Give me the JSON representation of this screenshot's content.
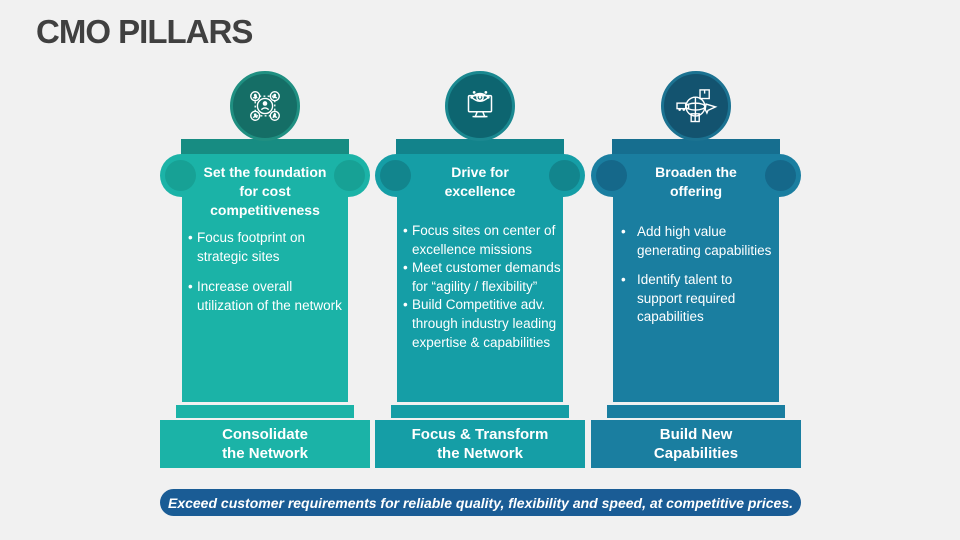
{
  "slide": {
    "title": "CMO PILLARS",
    "title_color": "#404040",
    "background_color": "#F1F1F1",
    "bullet_char": "•"
  },
  "pillars": [
    {
      "icon": "team-network-icon",
      "heading_lines": [
        "Set the foundation",
        "for cost",
        "competitiveness"
      ],
      "bullets": [
        "Focus footprint on strategic sites",
        "Increase overall utilization of the network"
      ],
      "base_lines": [
        "Consolidate",
        "the Network"
      ],
      "colors": {
        "main": "#1BB3A7",
        "accent_dark": "#178C82",
        "capital_circle": "#17A195",
        "icon_bg": "#156E66",
        "icon_ring": "#1F8F81"
      }
    },
    {
      "icon": "vision-monitor-icon",
      "heading_lines": [
        "Drive for",
        "excellence"
      ],
      "bullets": [
        "Focus sites on center of excellence missions",
        "Meet customer demands for “agility / flexibility”",
        "Build Competitive adv. through industry leading expertise & capabilities"
      ],
      "base_lines": [
        "Focus & Transform",
        "the Network"
      ],
      "colors": {
        "main": "#159EA6",
        "accent_dark": "#12838B",
        "capital_circle": "#12858D",
        "icon_bg": "#0D6570",
        "icon_ring": "#1A8890"
      }
    },
    {
      "icon": "global-logistics-icon",
      "heading_lines": [
        "Broaden the",
        "offering"
      ],
      "bullets": [
        "Add high value generating capabilities",
        "Identify talent to support required capabilities"
      ],
      "base_lines": [
        "Build New",
        "Capabilities"
      ],
      "colors": {
        "main": "#1A7EA0",
        "accent_dark": "#166E8F",
        "capital_circle": "#15688A",
        "icon_bg": "#13536F",
        "icon_ring": "#1B7291"
      }
    }
  ],
  "banner": {
    "text": "Exceed customer requirements for reliable quality, flexibility and speed, at competitive prices.",
    "background_color": "#1A5C95",
    "text_color": "#FFFFFF"
  }
}
